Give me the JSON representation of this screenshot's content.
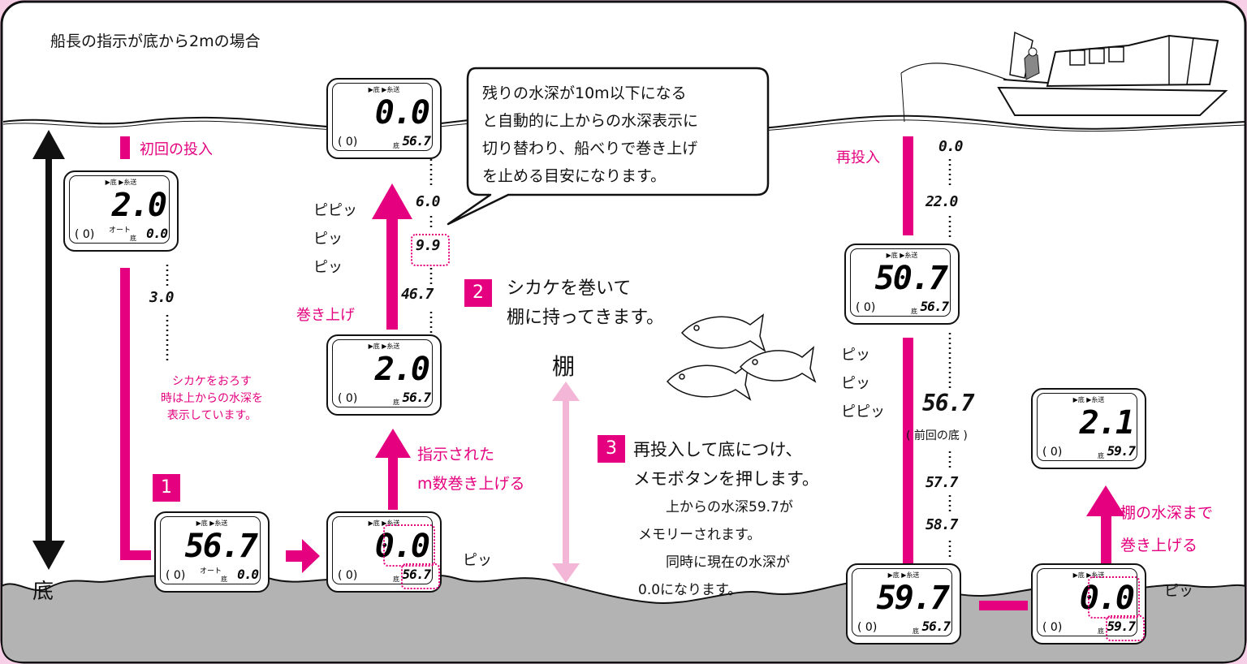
{
  "title": "船長の指示が底から2mの場合",
  "labels": {
    "bottom": "底",
    "first_drop": "初回の投入",
    "reel_up": "巻き上げ",
    "redrop": "再投入",
    "tana": "棚",
    "pippit": "ピピッ",
    "pit": "ピッ",
    "note_down_1": "シカケをおろす",
    "note_down_2": "時は上からの水深を",
    "note_down_3": "表示しています。",
    "instructed_1": "指示された",
    "instructed_2": "m数巻き上げる",
    "to_tana_1": "棚の水深まで",
    "to_tana_2": "巻き上げる",
    "prev_bottom": "( 前回の底 )"
  },
  "steps": [
    {
      "num": "1"
    },
    {
      "num": "2",
      "line1": "シカケを巻いて",
      "line2": "棚に持ってきます。"
    },
    {
      "num": "3",
      "line1": "再投入して底につけ、",
      "line2": "メモボタンを押します。",
      "line3": "上からの水深59.7が",
      "line4": "メモリーされます。",
      "line5": "同時に現在の水深が",
      "line6": "0.0になります。"
    }
  ],
  "bubble": {
    "line1": "残りの水深が10m以下になる",
    "line2": "と自動的に上からの水深表示に",
    "line3": "切り替わり、船べりで巻き上げ",
    "line4": "を止める目安になります。"
  },
  "lcd_mode": "▶底 ▶糸送",
  "lcd_paren": "( 0)",
  "lcd_auto": "オート",
  "lcd_bottom": "底",
  "displays": {
    "d_first": {
      "big": "2.0",
      "small": "0.0"
    },
    "d_bottom1": {
      "big": "56.7",
      "small": "0.0"
    },
    "d_memo": {
      "big": "0.0",
      "small": "56.7"
    },
    "d_up20": {
      "big": "2.0",
      "small": "56.7"
    },
    "d_top": {
      "big": "0.0",
      "small": "56.7"
    },
    "d_redrop": {
      "big": "50.7",
      "small": "56.7"
    },
    "d_bottom2": {
      "big": "59.7",
      "small": "56.7"
    },
    "d_memo2": {
      "big": "0.0",
      "small": "59.7"
    },
    "d_final": {
      "big": "2.1",
      "small": "59.7"
    }
  },
  "depths": {
    "v30": "3.0",
    "v467": "46.7",
    "v99": "9.9",
    "v60": "6.0",
    "v00": "0.0",
    "v220": "22.0",
    "v567": "56.7",
    "v577": "57.7",
    "v587": "58.7"
  },
  "colors": {
    "accent": "#e4007f",
    "background": "#f7cfe6",
    "seabed": "#b3b3b3",
    "arrow_light": "#f4b6d6"
  }
}
